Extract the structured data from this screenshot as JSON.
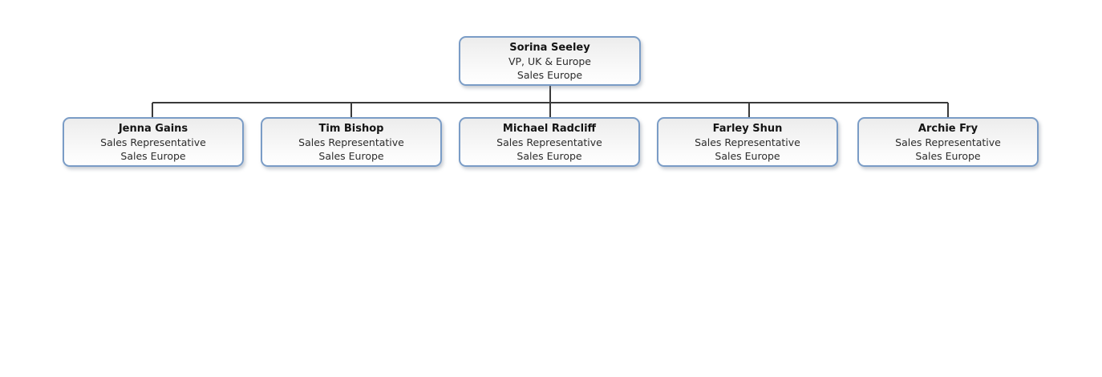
{
  "chart_data": {
    "type": "diagram",
    "diagram_type": "organization-chart",
    "title": "",
    "orientation": "top-down",
    "levels": 2,
    "node_count": 6,
    "root": {
      "name": "Sorina Seeley",
      "job_title": "VP, UK & Europe",
      "department": "Sales Europe"
    },
    "children": [
      {
        "name": "Jenna Gains",
        "job_title": "Sales Representative",
        "department": "Sales Europe"
      },
      {
        "name": "Tim Bishop",
        "job_title": "Sales Representative",
        "department": "Sales Europe"
      },
      {
        "name": "Michael Radcliff",
        "job_title": "Sales Representative",
        "department": "Sales Europe"
      },
      {
        "name": "Farley Shun",
        "job_title": "Sales Representative",
        "department": "Sales Europe"
      },
      {
        "name": "Archie Fry",
        "job_title": "Sales Representative",
        "department": "Sales Europe"
      }
    ]
  },
  "style": {
    "canvas_background": "#ffffff",
    "node_border_color": "#7a9cc6",
    "node_fill_top": "#ececec",
    "node_fill_bottom": "#fefefe",
    "connector_color": "#3a3a3a",
    "name_text_color": "#141414",
    "detail_text_color": "#2c2c2c",
    "shadow_color": "rgba(120,130,145,0.40)"
  }
}
